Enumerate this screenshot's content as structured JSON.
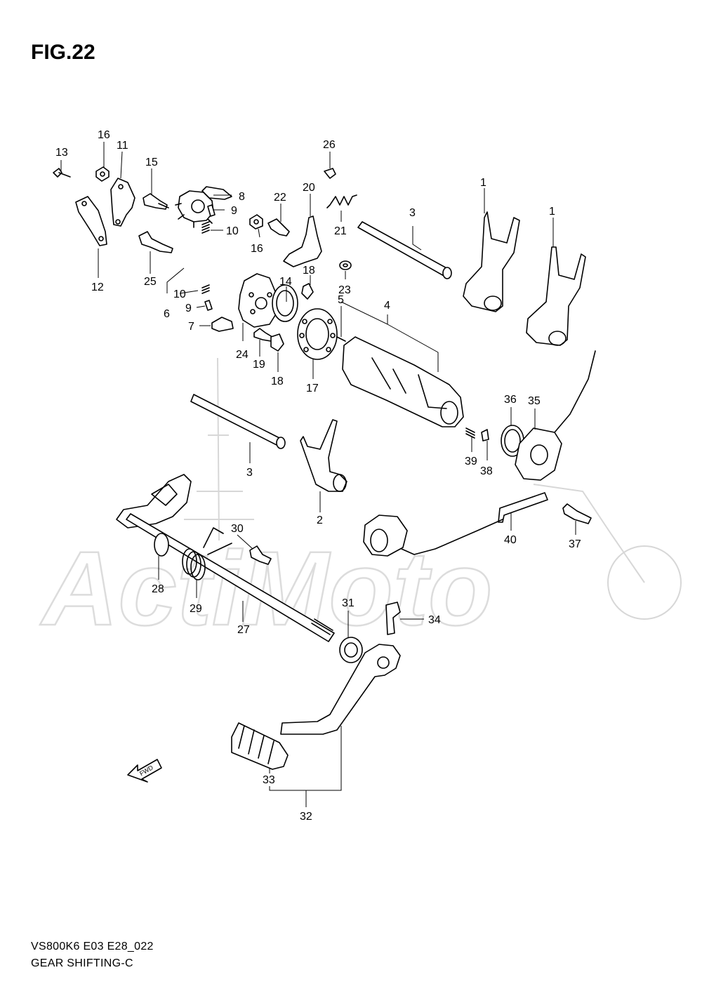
{
  "figure": {
    "title": "FIG.22",
    "model_code": "VS800K6 E03 E28_022",
    "section_name": "GEAR SHIFTING-C"
  },
  "direction_marker": "FWD",
  "watermark": {
    "text": "ActiMoto"
  },
  "callouts": {
    "c1a": "1",
    "c1b": "1",
    "c2": "2",
    "c3a": "3",
    "c3b": "3",
    "c4": "4",
    "c5": "5",
    "c6": "6",
    "c7": "7",
    "c8": "8",
    "c9a": "9",
    "c9b": "9",
    "c10a": "10",
    "c10b": "10",
    "c11": "11",
    "c12": "12",
    "c13": "13",
    "c14": "14",
    "c15": "15",
    "c16a": "16",
    "c16b": "16",
    "c17": "17",
    "c18a": "18",
    "c18b": "18",
    "c19": "19",
    "c20": "20",
    "c21": "21",
    "c22": "22",
    "c23": "23",
    "c24": "24",
    "c25": "25",
    "c26": "26",
    "c27": "27",
    "c28": "28",
    "c29": "29",
    "c30": "30",
    "c31": "31",
    "c32": "32",
    "c33": "33",
    "c34": "34",
    "c35": "35",
    "c36": "36",
    "c37": "37",
    "c38": "38",
    "c39": "39",
    "c40": "40"
  }
}
